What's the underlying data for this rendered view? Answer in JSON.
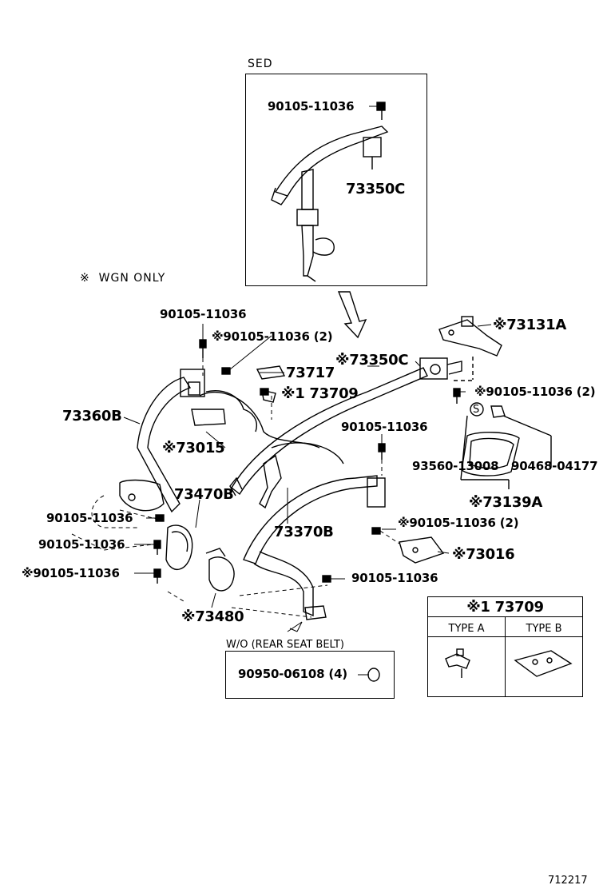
{
  "sed_box": {
    "title": "SED",
    "bolt": "90105-11036",
    "assembly": "73350C"
  },
  "legend": {
    "mark": "※",
    "text": "WGN ONLY"
  },
  "labels": {
    "bolt_top_left": "90105-11036",
    "bolt_top_left_wgn": "※90105-11036 (2)",
    "p73717": "73717",
    "p73709": "※1 73709",
    "p73350c": "※73350C",
    "p73131a": "※73131A",
    "bolt_right_wgn": "※90105-11036 (2)",
    "p73360b": "73360B",
    "p73015": "※73015",
    "bolt_center": "90105-11036",
    "p93560": "93560-13008",
    "p90468": "90468-04177",
    "p73470b": "73470B",
    "p73139a": "※73139A",
    "bolt_left_1": "90105-11036",
    "bolt_left_2": "90105-11036",
    "bolt_left_3": "※90105-11036",
    "p73370b": "73370B",
    "bolt_center_wgn": "※90105-11036 (2)",
    "p73016": "※73016",
    "bolt_lower": "90105-11036",
    "p73480": "※73480",
    "s_mark": "S"
  },
  "wo_box": {
    "caption": "W/O (REAR SEAT BELT)",
    "part": "90950-06108 (4)"
  },
  "type_table": {
    "header": "※1 73709",
    "type_a": "TYPE A",
    "type_b": "TYPE B"
  },
  "footer": {
    "diagram_id": "712217"
  }
}
